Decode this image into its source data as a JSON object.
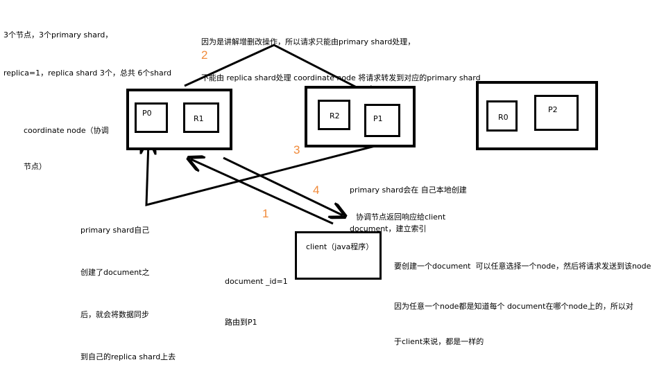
{
  "notes": {
    "top_left_line1": "3个节点，3个primary shard，",
    "top_left_line2": "replica=1，replica shard 3个，总共 6个shard",
    "top_center_line1": "因为是讲解增删改操作，所以请求只能由primary shard处理，",
    "top_center_line2": "不能由 replica shard处理 coordinate node 将请求转发到对应的primary shard",
    "coordinate_line1": "coordinate node（协调",
    "coordinate_line2": "节点）",
    "primary_create_line1": "primary shard会在 自己本地创建",
    "primary_create_line2": "document，建立索引",
    "sync_line1": "primary shard自己",
    "sync_line2": "创建了document之",
    "sync_line3": "后，就会将数据同步",
    "sync_line4": "到自己的replica shard上去",
    "return_client": "协调节点返回响应给client",
    "doc_id_line1": "document _id=1",
    "doc_id_line2": "路由到P1",
    "client_desc_line1": "要创建一个document  可以任意选择一个node，然后将请求发送到该node",
    "client_desc_line2": "因为任意一个node都是知道每个 document在哪个node上的，所以对",
    "client_desc_line3": "于client来说，都是一样的"
  },
  "steps": [
    "1",
    "2",
    "3",
    "4"
  ],
  "nodes": [
    {
      "shards": [
        "P0",
        "R1"
      ]
    },
    {
      "shards": [
        "R2",
        "P1"
      ]
    },
    {
      "shards": [
        "R0",
        "P2"
      ]
    }
  ],
  "client": {
    "label": "client（java程序）"
  },
  "colors": {
    "step_number": "#f08a3a",
    "lines": "#000000"
  }
}
